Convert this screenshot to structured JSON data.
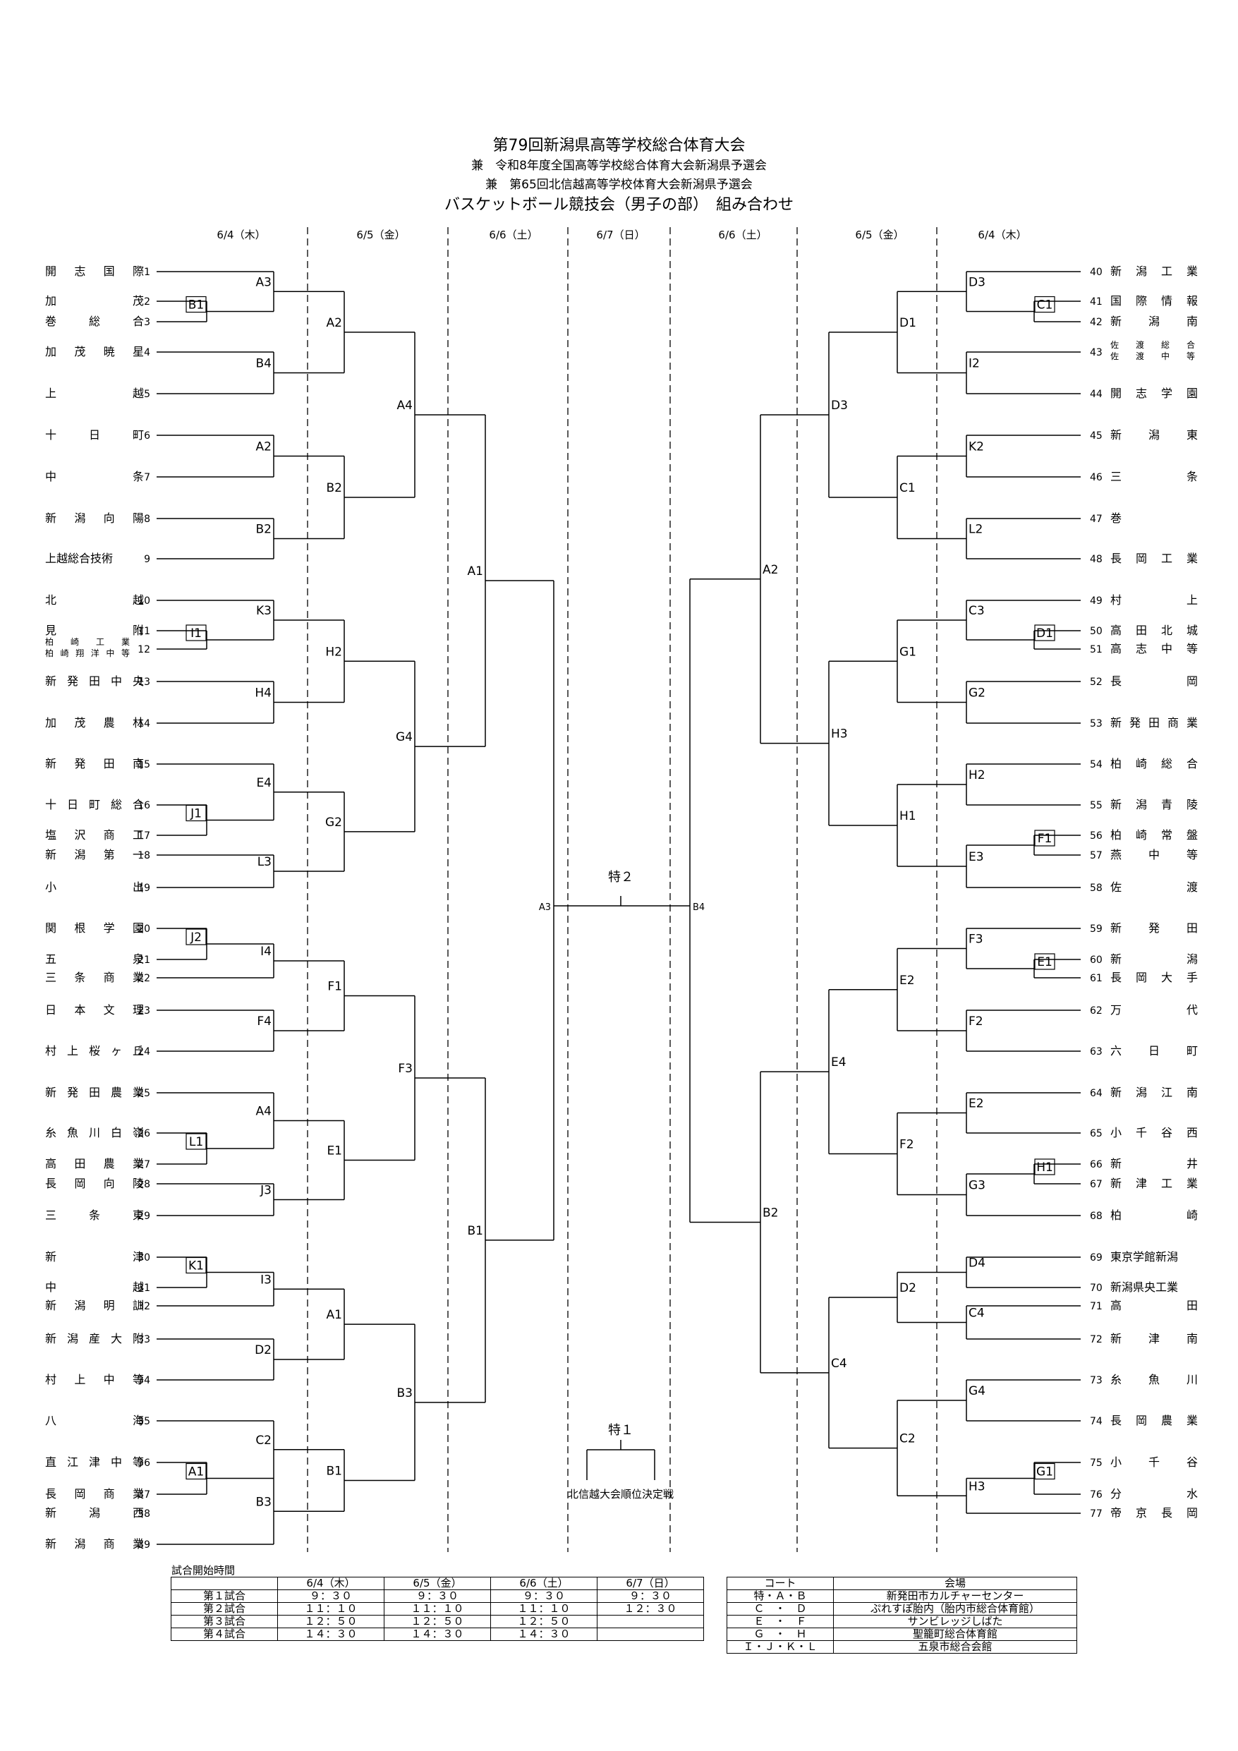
{
  "title": {
    "main": "第79回新潟県高等学校総合体育大会",
    "sub1": "兼　令和8年度全国高等学校総合体育大会新潟県予選会",
    "sub2": "兼　第65回北信越高等学校体育大会新潟県予選会",
    "sub3": "バスケットボール競技会（男子の部）　組み合わせ"
  },
  "round_dates": [
    "6/4（木）",
    "6/5（金）",
    "6/6（土）",
    "6/7（日）",
    "6/6（土）",
    "6/5（金）",
    "6/4（木）"
  ],
  "left_teams": [
    {
      "no": 1,
      "name": "開志国際"
    },
    {
      "no": 2,
      "name": "加茂"
    },
    {
      "no": 3,
      "name": "巻総合"
    },
    {
      "no": 4,
      "name": "加茂暁星"
    },
    {
      "no": 5,
      "name": "上越"
    },
    {
      "no": 6,
      "name": "十日町"
    },
    {
      "no": 7,
      "name": "中条"
    },
    {
      "no": 8,
      "name": "新潟向陽"
    },
    {
      "no": 9,
      "name": "上越総合技術"
    },
    {
      "no": 10,
      "name": "北越"
    },
    {
      "no": 11,
      "name": "見附"
    },
    {
      "no": 12,
      "name": "柏崎工業",
      "name2": "柏崎翔洋中等"
    },
    {
      "no": 13,
      "name": "新発田中央"
    },
    {
      "no": 14,
      "name": "加茂農林"
    },
    {
      "no": 15,
      "name": "新発田南"
    },
    {
      "no": 16,
      "name": "十日町総合"
    },
    {
      "no": 17,
      "name": "塩沢商工"
    },
    {
      "no": 18,
      "name": "新潟第一"
    },
    {
      "no": 19,
      "name": "小出"
    },
    {
      "no": 20,
      "name": "関根学園"
    },
    {
      "no": 21,
      "name": "五泉"
    },
    {
      "no": 22,
      "name": "三条商業"
    },
    {
      "no": 23,
      "name": "日本文理"
    },
    {
      "no": 24,
      "name": "村上桜ヶ丘"
    },
    {
      "no": 25,
      "name": "新発田農業"
    },
    {
      "no": 26,
      "name": "糸魚川白嶺"
    },
    {
      "no": 27,
      "name": "高田農業"
    },
    {
      "no": 28,
      "name": "長岡向陵"
    },
    {
      "no": 29,
      "name": "三条東"
    },
    {
      "no": 30,
      "name": "新津"
    },
    {
      "no": 31,
      "name": "中越"
    },
    {
      "no": 32,
      "name": "新潟明訓"
    },
    {
      "no": 33,
      "name": "新潟産大附"
    },
    {
      "no": 34,
      "name": "村上中等"
    },
    {
      "no": 35,
      "name": "八海"
    },
    {
      "no": 36,
      "name": "直江津中等"
    },
    {
      "no": 37,
      "name": "長岡商業"
    },
    {
      "no": 38,
      "name": "新潟西"
    },
    {
      "no": 39,
      "name": "新潟商業"
    }
  ],
  "right_teams": [
    {
      "no": 40,
      "name": "新潟工業"
    },
    {
      "no": 41,
      "name": "国際情報"
    },
    {
      "no": 42,
      "name": "新潟南"
    },
    {
      "no": 43,
      "name": "佐渡総合",
      "name2": "佐渡中等"
    },
    {
      "no": 44,
      "name": "開志学園"
    },
    {
      "no": 45,
      "name": "新潟東"
    },
    {
      "no": 46,
      "name": "三条"
    },
    {
      "no": 47,
      "name": "巻"
    },
    {
      "no": 48,
      "name": "長岡工業"
    },
    {
      "no": 49,
      "name": "村上"
    },
    {
      "no": 50,
      "name": "高田北城"
    },
    {
      "no": 51,
      "name": "高志中等"
    },
    {
      "no": 52,
      "name": "長岡"
    },
    {
      "no": 53,
      "name": "新発田商業"
    },
    {
      "no": 54,
      "name": "柏崎総合"
    },
    {
      "no": 55,
      "name": "新潟青陵"
    },
    {
      "no": 56,
      "name": "柏崎常盤"
    },
    {
      "no": 57,
      "name": "燕中等"
    },
    {
      "no": 58,
      "name": "佐渡"
    },
    {
      "no": 59,
      "name": "新発田"
    },
    {
      "no": 60,
      "name": "新潟"
    },
    {
      "no": 61,
      "name": "長岡大手"
    },
    {
      "no": 62,
      "name": "万代"
    },
    {
      "no": 63,
      "name": "六日町"
    },
    {
      "no": 64,
      "name": "新潟江南"
    },
    {
      "no": 65,
      "name": "小千谷西"
    },
    {
      "no": 66,
      "name": "新井"
    },
    {
      "no": 67,
      "name": "新津工業"
    },
    {
      "no": 68,
      "name": "柏崎"
    },
    {
      "no": 69,
      "name": "東京学館新潟"
    },
    {
      "no": 70,
      "name": "新潟県央工業"
    },
    {
      "no": 71,
      "name": "高田"
    },
    {
      "no": 72,
      "name": "新津南"
    },
    {
      "no": 73,
      "name": "糸魚川"
    },
    {
      "no": 74,
      "name": "長岡農業"
    },
    {
      "no": 75,
      "name": "小千谷"
    },
    {
      "no": 76,
      "name": "分水"
    },
    {
      "no": 77,
      "name": "帝京長岡"
    }
  ],
  "left_prelims": [
    [
      "B1"
    ],
    [
      "I1"
    ],
    [
      "J1"
    ],
    [
      "J2"
    ],
    [
      "L1"
    ],
    [
      "K1"
    ],
    [
      "A1"
    ]
  ],
  "left_round1": [
    "A3",
    "B4",
    "A2",
    "B2",
    "K3",
    "H4",
    "E4",
    "L3",
    "I4",
    "F4",
    "A4",
    "J3",
    "I3",
    "D2",
    "C2",
    "B3"
  ],
  "left_round2": [
    "A2",
    "B2",
    "H2",
    "G2",
    "F1",
    "E1",
    "A1",
    "B1"
  ],
  "left_round3": [
    "A4",
    "G4",
    "F3",
    "B3"
  ],
  "left_round4": [
    "A1",
    "B1"
  ],
  "right_prelims": [
    "C1",
    "D1",
    "F1",
    "E1",
    "H1",
    "G1"
  ],
  "right_round1": [
    "D3",
    "I2",
    "K2",
    "L2",
    "C3",
    "G2",
    "H2",
    "E3",
    "F3",
    "F2",
    "E2",
    "G3",
    "D4",
    "C4",
    "G4",
    "H3"
  ],
  "right_round2": [
    "D1",
    "C1",
    "G1",
    "H1",
    "E2",
    "F2",
    "D2",
    "C2"
  ],
  "right_round3": [
    "D3",
    "H3",
    "E4",
    "C4"
  ],
  "right_round4": [
    "A2",
    "B2"
  ],
  "final": {
    "label": "特２",
    "left_court": "A3",
    "right_court": "B4"
  },
  "third_place": {
    "label": "特１",
    "caption": "北信越大会順位決定戦"
  },
  "schedule": {
    "label": "試合開始時間",
    "headers": [
      "",
      "6/4（木）",
      "6/5（金）",
      "6/6（土）",
      "6/7（日）"
    ],
    "rows": [
      [
        "第１試合",
        "９：３０",
        "９：３０",
        "９：３０",
        "９：３０"
      ],
      [
        "第２試合",
        "１１：１０",
        "１１：１０",
        "１１：１０",
        "１２：３０"
      ],
      [
        "第３試合",
        "１２：５０",
        "１２：５０",
        "１２：５０",
        ""
      ],
      [
        "第４試合",
        "１４：３０",
        "１４：３０",
        "１４：３０",
        ""
      ]
    ]
  },
  "venues": {
    "headers": [
      "コート",
      "会場"
    ],
    "rows": [
      [
        "特・Ａ・Ｂ",
        "新発田市カルチャーセンター"
      ],
      [
        "Ｃ　・　Ｄ",
        "ぷれすぽ胎内（胎内市総合体育館）"
      ],
      [
        "Ｅ　・　Ｆ",
        "サンビレッジしばた"
      ],
      [
        "Ｇ　・　Ｈ",
        "聖籠町総合体育館"
      ],
      [
        "Ｉ・Ｊ・Ｋ・Ｌ",
        "五泉市総合会館"
      ]
    ]
  }
}
